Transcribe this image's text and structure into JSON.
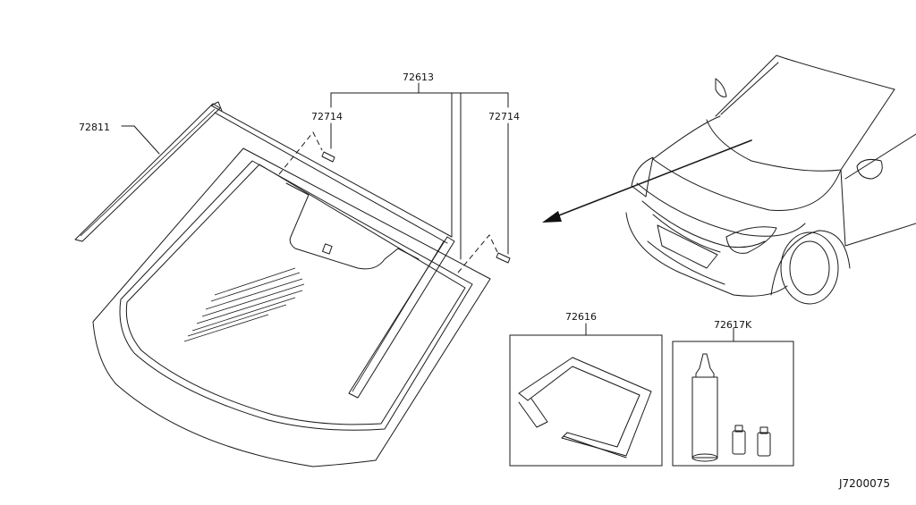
{
  "parts": {
    "moulding_side": "72811",
    "windshield_group": "72613",
    "clip_left": "72714",
    "clip_right": "72714",
    "dam_rubber_kit": "72616",
    "adhesive_kit": "72617K"
  },
  "diagram_code": "J7200075"
}
